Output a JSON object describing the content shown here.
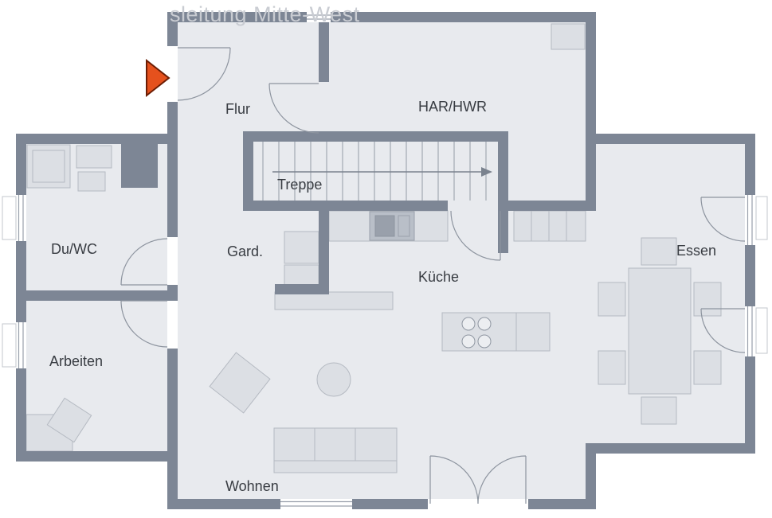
{
  "watermark": "sleitung Mitte-West",
  "rooms": {
    "flur": {
      "label": "Flur"
    },
    "har_hwr": {
      "label": "HAR/HWR"
    },
    "treppe": {
      "label": "Treppe"
    },
    "du_wc": {
      "label": "Du/WC"
    },
    "gard": {
      "label": "Gard."
    },
    "kueche": {
      "label": "Küche"
    },
    "essen": {
      "label": "Essen"
    },
    "arbeiten": {
      "label": "Arbeiten"
    },
    "wohnen": {
      "label": "Wohnen"
    }
  },
  "icons": {
    "entrance_arrow": "triangle-right",
    "stair_direction_arrow": "arrow-right"
  },
  "colors": {
    "wall": "#7d8695",
    "floor": "#e8eaee",
    "furniture": "#dcdfe4",
    "furniture_border": "#b5bac2",
    "entrance_arrow": "#e5511d",
    "watermark": "#c9ccd2",
    "label_text": "#383c42"
  }
}
